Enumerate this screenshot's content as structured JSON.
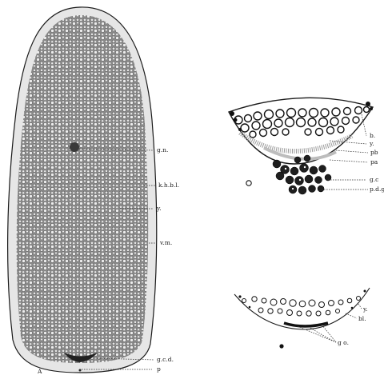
{
  "figure_a": {
    "panel_letter": "A",
    "labels": {
      "gn": "g.n.",
      "khbl": "k.h.b.l.",
      "y": "y.",
      "vm": "v.m.",
      "god": "g.c.d.",
      "p": "p"
    }
  },
  "figure_b": {
    "labels": {
      "b": "b.",
      "y": "y.",
      "pb": "pb",
      "pa": "pa",
      "gc": "g.c",
      "pdg": "p.d.g."
    }
  },
  "figure_c": {
    "labels": {
      "y": "y.",
      "bl": "bl.",
      "go": "g o."
    }
  },
  "colors": {
    "ink": "#1a1a1a",
    "wash": "#d6d6d6",
    "paper": "#ffffff"
  }
}
